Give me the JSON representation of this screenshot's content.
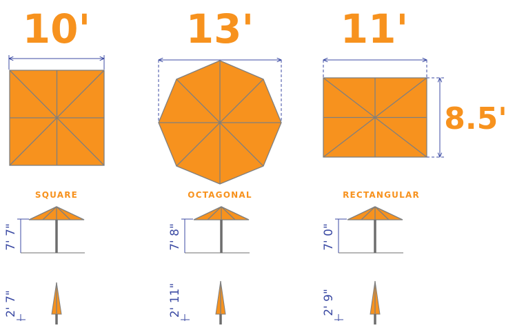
{
  "colors": {
    "canopy": "#f7921e",
    "rib": "#7f7f7f",
    "dimension": "#3b4aa3",
    "pole": "#6d6d6d"
  },
  "umbrellas": [
    {
      "shape": "SQUARE",
      "width": "10'",
      "height_open": "7' 7\"",
      "height_closed": "2' 7\""
    },
    {
      "shape": "OCTAGONAL",
      "width": "13'",
      "height_open": "7' 8\"",
      "height_closed": "2' 11\""
    },
    {
      "shape": "RECTANGULAR",
      "width": "11'",
      "depth": "8.5'",
      "height_open": "7' 0\"",
      "height_closed": "2' 9\""
    }
  ]
}
